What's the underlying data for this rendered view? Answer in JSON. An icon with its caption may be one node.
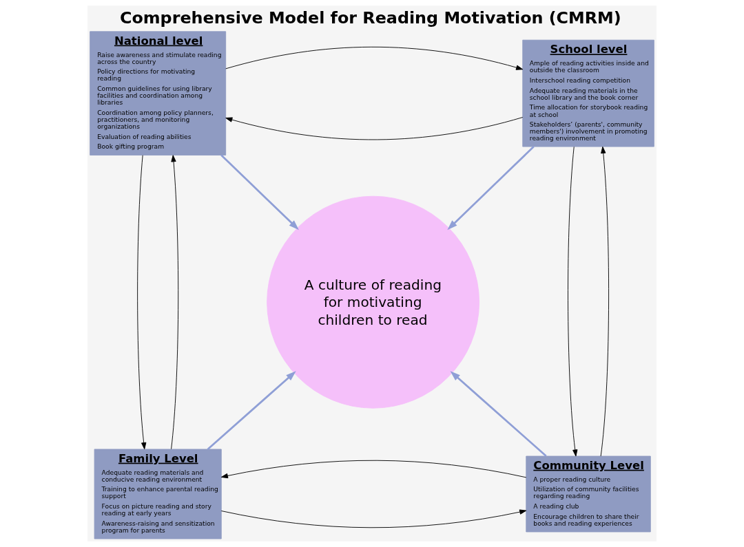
{
  "diagram": {
    "title": "Comprehensive Model for Reading Motivation (CMRM)",
    "nodes": [
      {
        "text": [
          "National level",
          "Raise awareness and stimulate reading across the country",
          "Policy directions for motivating reading",
          "Common guidelines for using library facilities and coordination among libraries",
          "Coordination among policy planners, practitioners, and monitoring organizations",
          "Evaluation of reading abilities",
          "Book gifting program"
        ]
      },
      {
        "text": [
          "School level",
          "Ample of reading activities inside and outside the classroom",
          "Interschool reading competition",
          "Adequate reading materials in the school library and the book corner",
          "Time allocation for storybook reading at school",
          "Stakeholders’ (parents', community members') involvement in promoting reading environment"
        ]
      },
      {
        "text": [
          "A culture of reading for motivating children to read"
        ]
      },
      {
        "text": [
          "Family Level",
          "Adequate reading materials and conducive reading environment",
          "Training to enhance parental reading support",
          "Focus on picture reading and story reading at early years",
          "Awareness-raising and sensitization program for parents"
        ]
      },
      {
        "text": [
          "Community Level",
          "A proper reading culture",
          "Utilization of community facilities regarding reading",
          "A reading club",
          "Encourage children to share their books and reading experiences"
        ]
      }
    ],
    "edges": [
      {
        "from": 1,
        "to": 0,
        "arrow": "to"
      },
      {
        "from": 0,
        "to": 1,
        "arrow": "to"
      },
      {
        "from": 0,
        "to": 2,
        "arrow": "to",
        "style": "thick",
        "color": "#8f9fd6"
      },
      {
        "from": 1,
        "to": 2,
        "arrow": "to",
        "style": "thick",
        "color": "#8f9fd6"
      },
      {
        "from": 0,
        "to": 3,
        "arrow": "to"
      },
      {
        "from": 3,
        "to": 0,
        "arrow": "to"
      },
      {
        "from": 1,
        "to": 4,
        "arrow": "to"
      },
      {
        "from": 4,
        "to": 1,
        "arrow": "to"
      },
      {
        "from": 3,
        "to": 2,
        "arrow": "to",
        "style": "thick",
        "color": "#8f9fd6"
      },
      {
        "from": 4,
        "to": 2,
        "arrow": "to",
        "style": "thick",
        "color": "#8f9fd6"
      },
      {
        "from": 3,
        "to": 4,
        "arrow": "to"
      },
      {
        "from": 4,
        "to": 3,
        "arrow": "to"
      }
    ]
  }
}
